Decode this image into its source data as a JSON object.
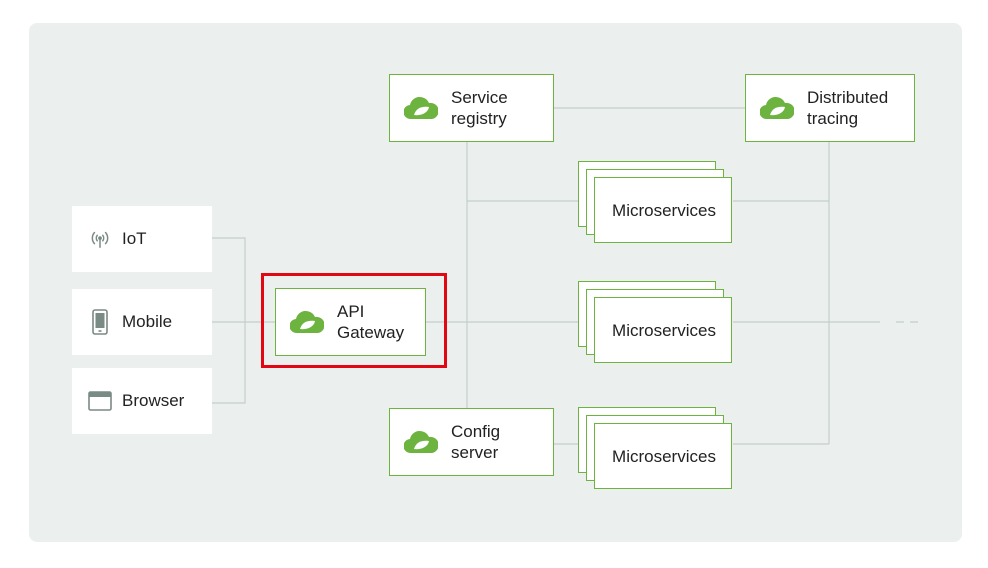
{
  "clients": [
    {
      "label": "IoT",
      "icon": "antenna-icon"
    },
    {
      "label": "Mobile",
      "icon": "phone-icon"
    },
    {
      "label": "Browser",
      "icon": "browser-window-icon"
    }
  ],
  "gateway": {
    "line1": "API",
    "line2": "Gateway"
  },
  "service_registry": {
    "line1": "Service",
    "line2": "registry"
  },
  "distributed_tracing": {
    "line1": "Distributed",
    "line2": "tracing"
  },
  "config_server": {
    "line1": "Config",
    "line2": "server"
  },
  "microservices": [
    {
      "label": "Microservices"
    },
    {
      "label": "Microservices"
    },
    {
      "label": "Microservices"
    }
  ],
  "colors": {
    "background": "#ebf0ee",
    "spring_green": "#6db33f",
    "connector": "#c4cec9",
    "highlight": "#e30613",
    "icon_gray": "#7a8a85"
  }
}
